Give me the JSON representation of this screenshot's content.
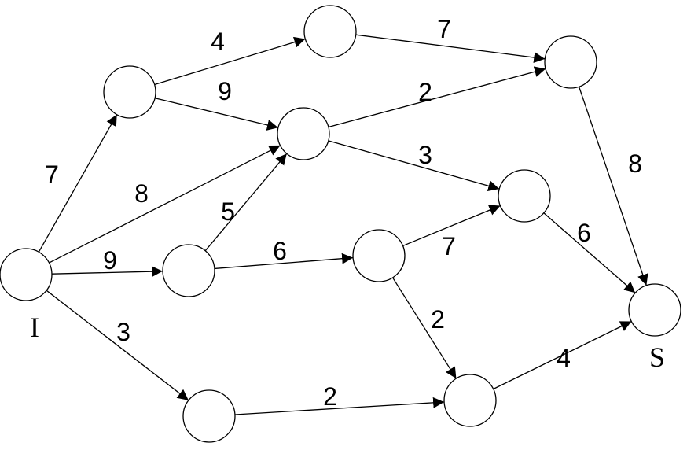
{
  "diagram": {
    "nodes": [
      {
        "id": "I",
        "label": "I"
      },
      {
        "id": "A",
        "label": ""
      },
      {
        "id": "B",
        "label": ""
      },
      {
        "id": "C",
        "label": ""
      },
      {
        "id": "D",
        "label": ""
      },
      {
        "id": "E",
        "label": ""
      },
      {
        "id": "F",
        "label": ""
      },
      {
        "id": "G",
        "label": ""
      },
      {
        "id": "H",
        "label": ""
      },
      {
        "id": "J",
        "label": ""
      },
      {
        "id": "K",
        "label": ""
      },
      {
        "id": "S",
        "label": "S"
      }
    ],
    "edges": [
      {
        "from": "I",
        "to": "A",
        "weight": "7"
      },
      {
        "from": "I",
        "to": "D",
        "weight": "8"
      },
      {
        "from": "I",
        "to": "E",
        "weight": "9"
      },
      {
        "from": "I",
        "to": "J",
        "weight": "3"
      },
      {
        "from": "A",
        "to": "B",
        "weight": "4"
      },
      {
        "from": "A",
        "to": "D",
        "weight": "9"
      },
      {
        "from": "B",
        "to": "C",
        "weight": "7"
      },
      {
        "from": "D",
        "to": "C",
        "weight": "2"
      },
      {
        "from": "D",
        "to": "G",
        "weight": "3"
      },
      {
        "from": "E",
        "to": "D",
        "weight": "5"
      },
      {
        "from": "E",
        "to": "F",
        "weight": "6"
      },
      {
        "from": "F",
        "to": "G",
        "weight": "7"
      },
      {
        "from": "F",
        "to": "K",
        "weight": "2"
      },
      {
        "from": "J",
        "to": "K",
        "weight": "2"
      },
      {
        "from": "C",
        "to": "S",
        "weight": "8"
      },
      {
        "from": "G",
        "to": "S",
        "weight": "6"
      },
      {
        "from": "K",
        "to": "S",
        "weight": "4"
      }
    ]
  }
}
